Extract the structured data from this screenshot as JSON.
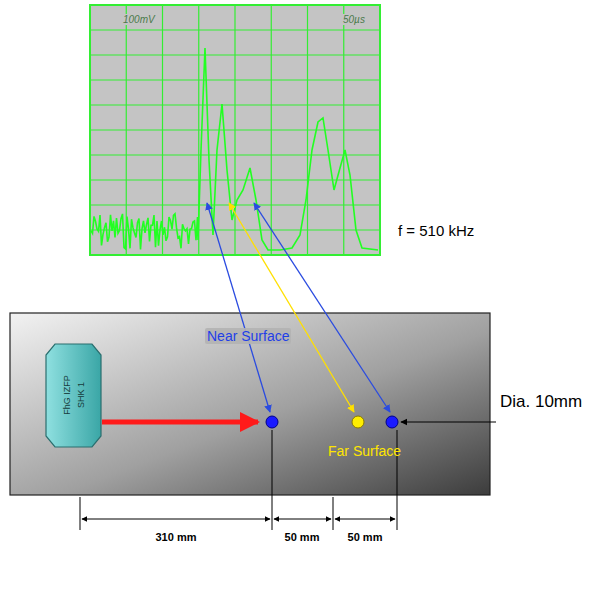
{
  "diagram": {
    "nodes": [
      {
        "text": [
          "100mV",
          "50µs"
        ]
      },
      {
        "text": [
          "Near Surface",
          "Far Surface"
        ]
      },
      {
        "text": [
          "FhG IZFP",
          "SHK 1"
        ],
        "in": 1
      }
    ],
    "labels": [
      "f = 510 kHz",
      "Dia. 10mm",
      "310 mm",
      "50 mm",
      "50 mm"
    ]
  }
}
